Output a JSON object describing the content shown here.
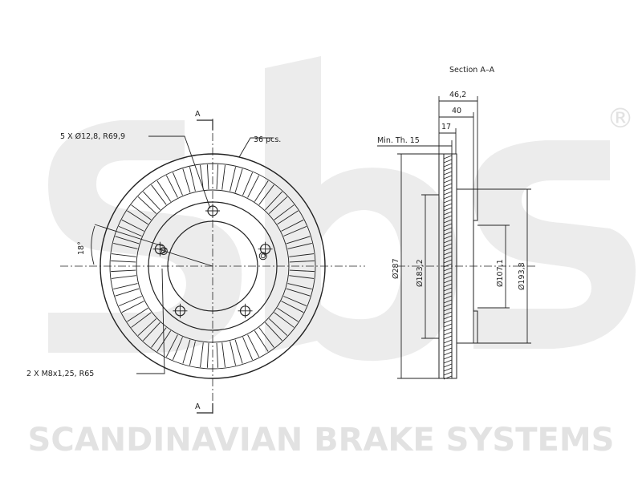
{
  "brand": {
    "logo_text": "sbs",
    "registered_mark": "®",
    "company_name": "SCANDINAVIAN BRAKE SYSTEMS",
    "watermark_color": "#e6e6e6"
  },
  "front_view": {
    "section_marker_top": "A",
    "section_marker_bottom": "A",
    "bolt_holes_label": "5 X Ø12,8, R69,9",
    "vanes_label": "36 pcs.",
    "threaded_holes_label": "2 X M8x1,25, R65",
    "angle_label": "18°",
    "vane_count": 36
  },
  "section_view": {
    "title": "Section A–A",
    "dim_total_width": "46,2",
    "dim_width_40": "40",
    "dim_width_17": "17",
    "min_thickness": "Min. Th. 15",
    "dia_outer": "Ø287",
    "dia_183": "Ø183,2",
    "dia_107": "Ø107,1",
    "dia_193": "Ø193,8"
  }
}
